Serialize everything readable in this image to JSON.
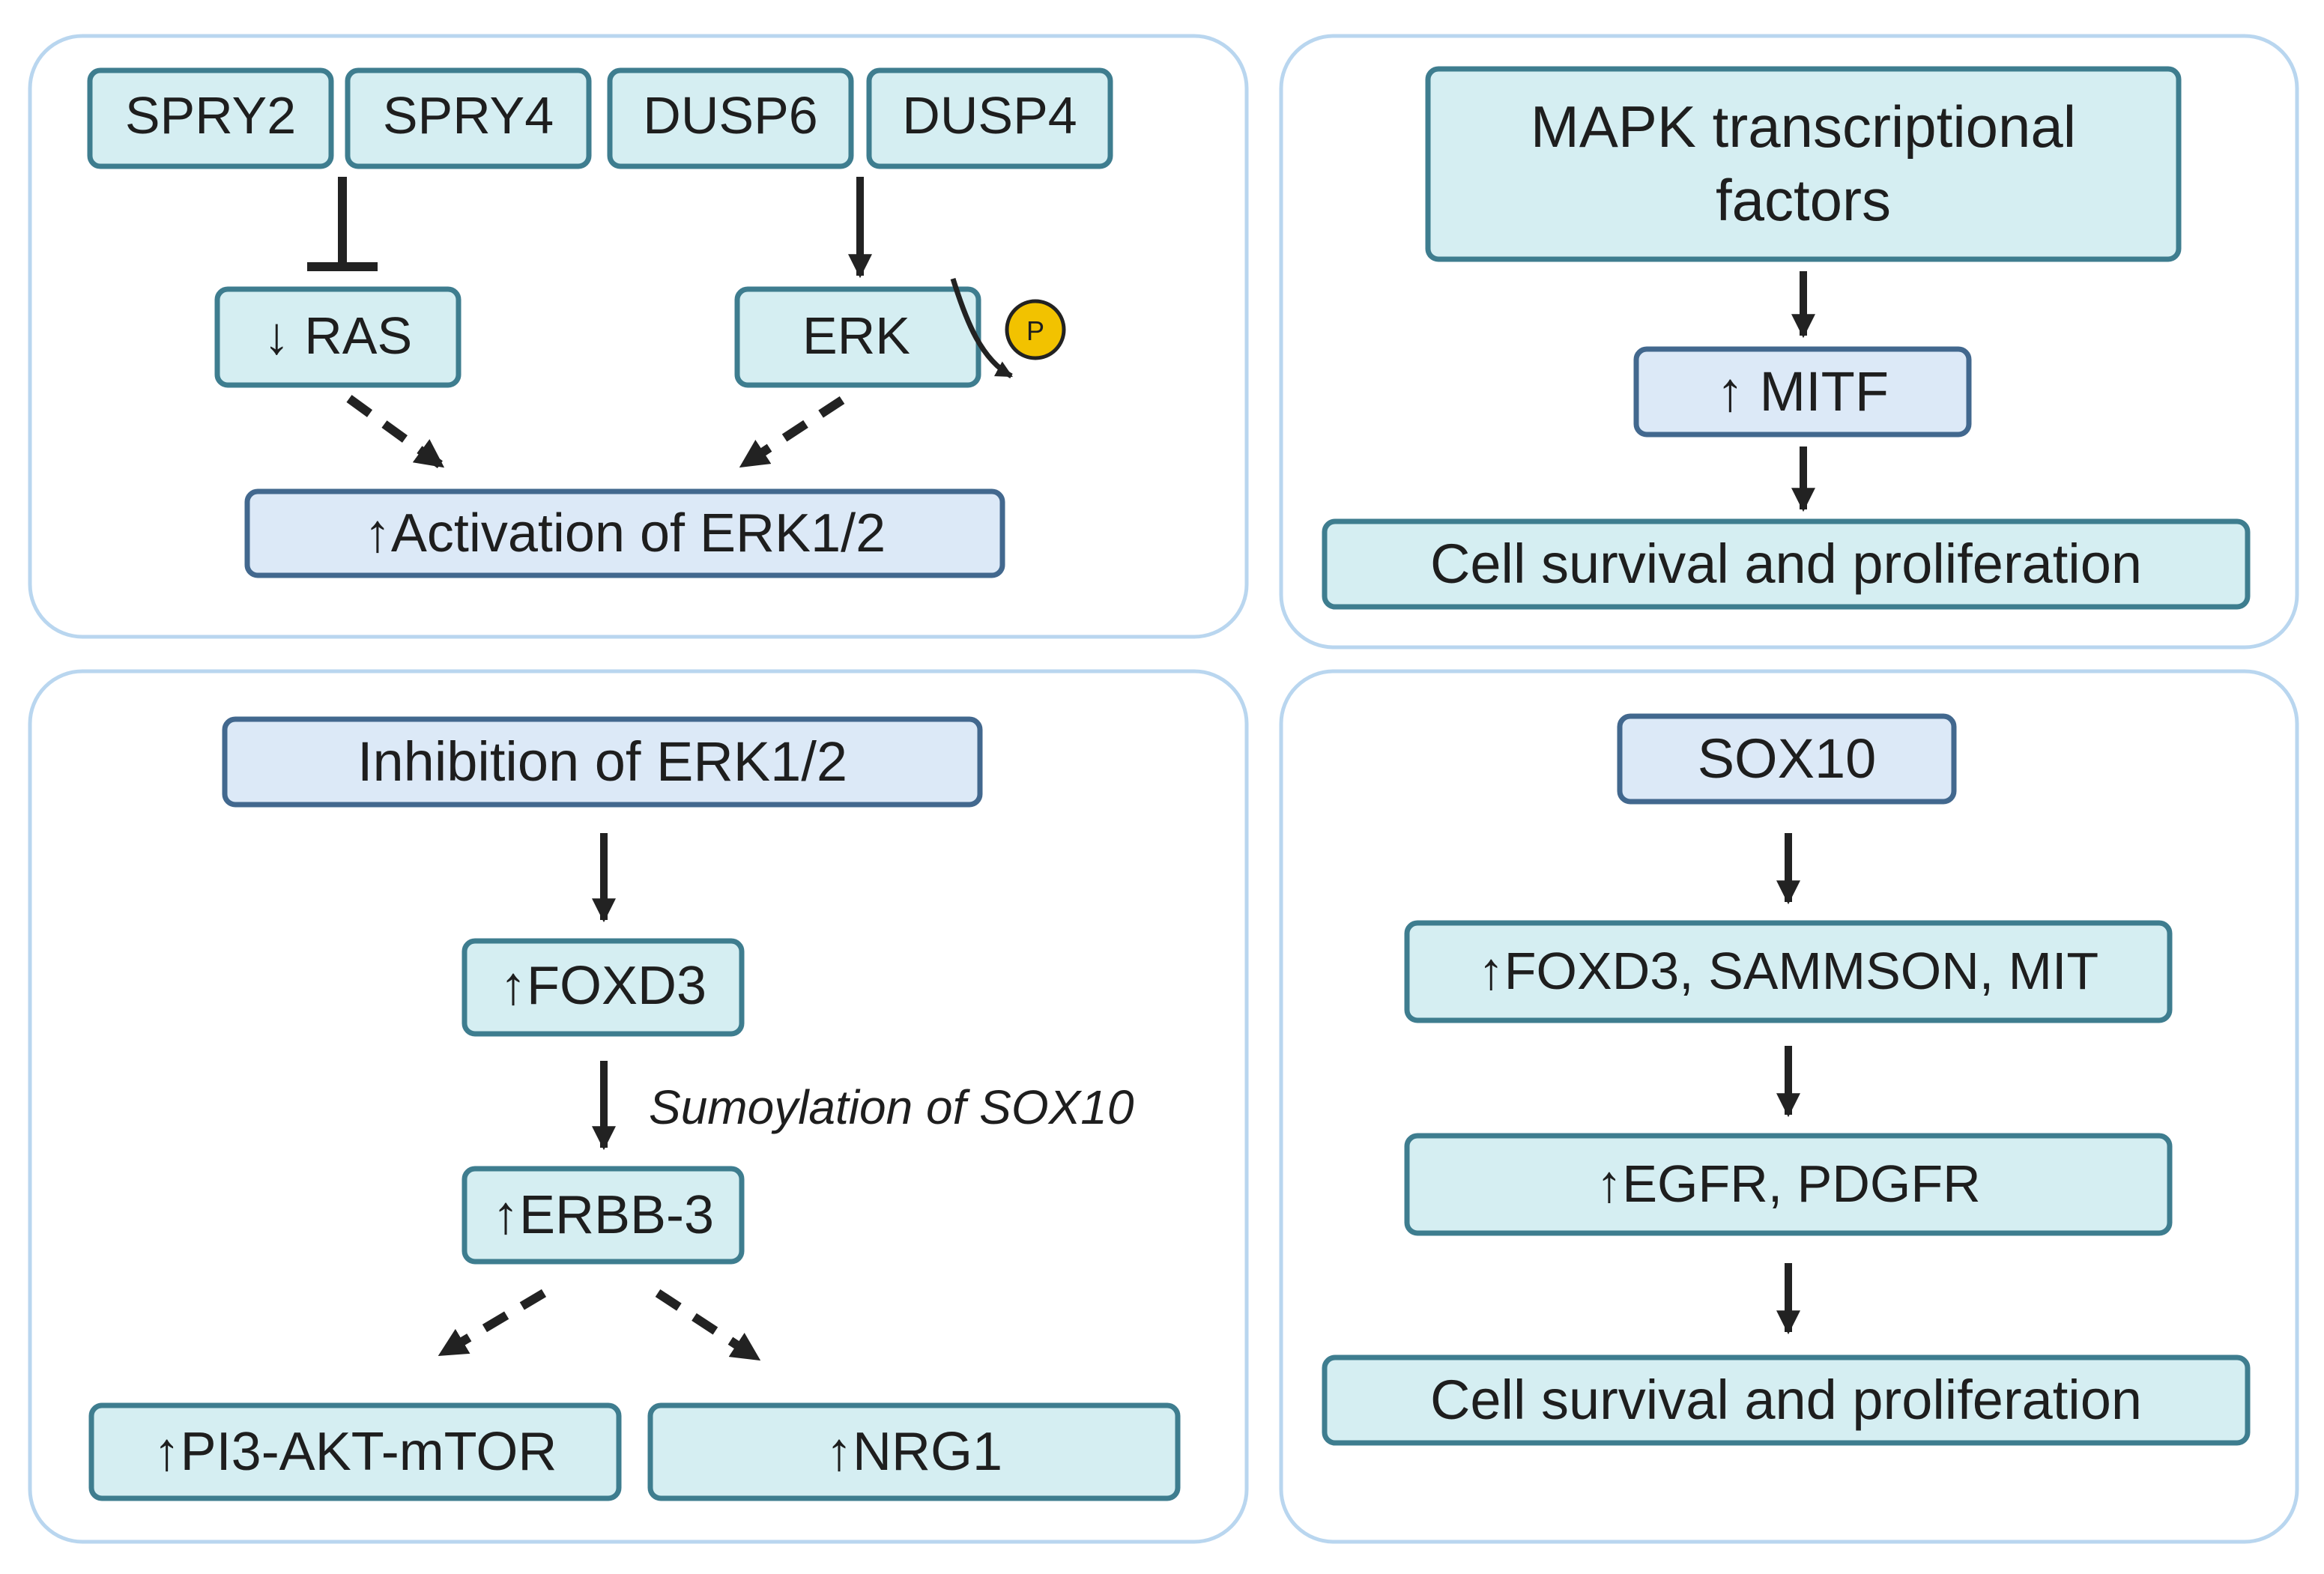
{
  "colors": {
    "panel_border": "#b9d6ef",
    "teal_box_fill": "#d5eef2",
    "teal_box_border": "#3e7d8f",
    "blue_box_fill": "#dce9f7",
    "blue_box_border": "#42688e",
    "arrow": "#222222",
    "phospho_fill": "#f2c200"
  },
  "panel1": {
    "spry2": "SPRY2",
    "spry4": "SPRY4",
    "dusp6": "DUSP6",
    "dusp4": "DUSP4",
    "ras": "↓ RAS",
    "erk": "ERK",
    "phospho": "P",
    "activation": "↑Activation of ERK1/2"
  },
  "panel2": {
    "mapk_line1": "MAPK transcriptional",
    "mapk_line2": "factors",
    "mitf": "↑ MITF",
    "survival": "Cell survival and proliferation"
  },
  "panel3": {
    "inhibition": "Inhibition of ERK1/2",
    "foxd3": "↑FOXD3",
    "sumoylation": "Sumoylation of SOX10",
    "erbb3": "↑ERBB-3",
    "pi3k": "↑PI3-AKT-mTOR",
    "nrg1": "↑NRG1"
  },
  "panel4": {
    "sox10": "SOX10",
    "foxd3_group": "↑FOXD3, SAMMSON, MIT",
    "egfr": "↑EGFR, PDGFR",
    "survival": "Cell survival and proliferation"
  }
}
